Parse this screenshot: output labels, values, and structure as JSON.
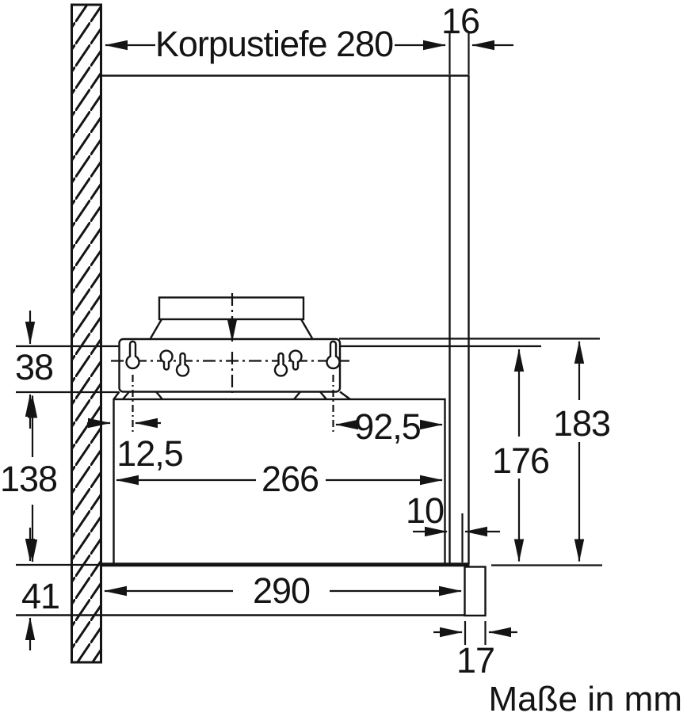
{
  "figure": {
    "type": "appliance-installation-drawing",
    "unit_note": "Maße in mm",
    "dims": {
      "cabinet_depth": "Korpustiefe 280",
      "front_panel_thickness": "16",
      "duct_top_offset": "38",
      "hood_height": "138",
      "screw_front_offset": "12,5",
      "screw_rear_offset": "92,5",
      "hood_depth": "266",
      "panel_gap": "10",
      "screw_line_height": "176",
      "plate_top_height": "183",
      "visor_height": "41",
      "visor_depth": "290",
      "visor_front_thickness": "17"
    },
    "colors": {
      "line": "#141414",
      "background": "#ffffff"
    }
  }
}
